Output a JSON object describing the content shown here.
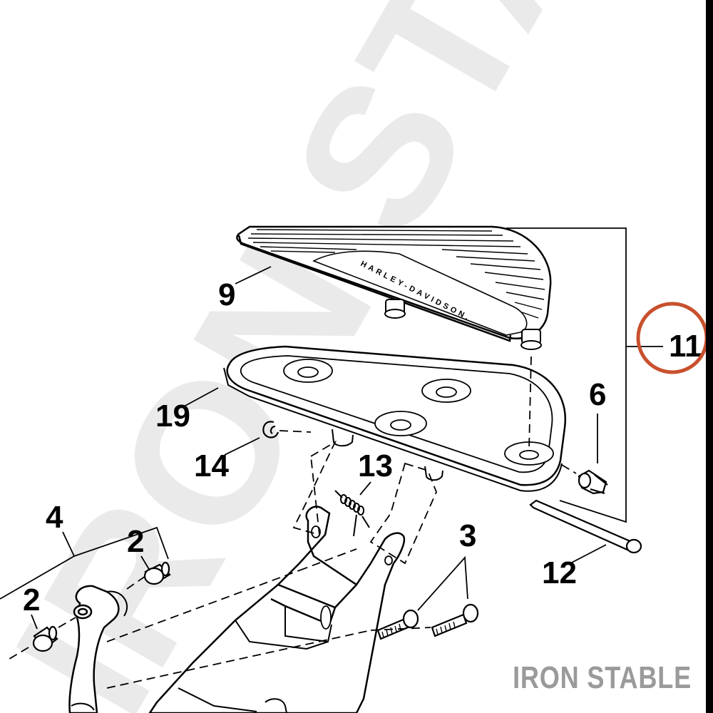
{
  "diagram": {
    "callouts": {
      "c9": "9",
      "c19": "19",
      "c14": "14",
      "c13": "13",
      "c4": "4",
      "c2a": "2",
      "c2b": "2",
      "c3": "3",
      "c6": "6",
      "c12": "12",
      "c11": "11"
    },
    "board_text": "HARLEY-DAVIDSON.",
    "watermark": "IRON STABLE",
    "highlight_color": "#c8502d",
    "line_color": "#000000",
    "watermark_color": "#9a9a9a"
  }
}
